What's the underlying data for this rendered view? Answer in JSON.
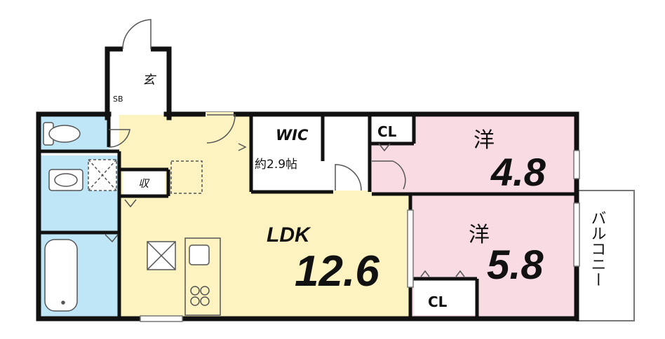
{
  "rooms": {
    "entrance": {
      "label": "玄"
    },
    "shoe_box": {
      "label": "SB"
    },
    "storage": {
      "label": "収"
    },
    "wic": {
      "label": "WIC",
      "size": "約2.9帖"
    },
    "closet_top": {
      "label": "CL"
    },
    "closet_bottom": {
      "label": "CL"
    },
    "bedroom_1": {
      "label": "洋",
      "size": "4.8"
    },
    "bedroom_2": {
      "label": "洋",
      "size": "5.8"
    },
    "ldk": {
      "label": "LDK",
      "size": "12.6"
    },
    "balcony": {
      "label": "バルコニー"
    }
  },
  "colors": {
    "ldk": "#fcf3c0",
    "bedroom": "#f9dbe3",
    "wet_area": "#bfe6f7",
    "wall": "#111111",
    "floor": "#ffffff"
  }
}
